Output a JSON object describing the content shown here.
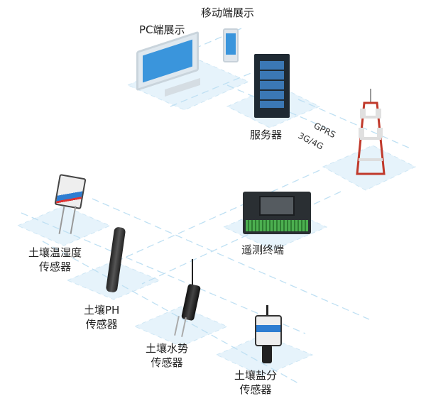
{
  "nodes": {
    "pc": {
      "label": "PC端展示"
    },
    "mobile": {
      "label": "移动端展示"
    },
    "server": {
      "label": "服务器"
    },
    "terminal": {
      "label": "遥测终端"
    },
    "sensor_temp_humidity": {
      "line1": "土壤温湿度",
      "line2": "传感器"
    },
    "sensor_ph": {
      "line1": "土壤PH",
      "line2": "传感器"
    },
    "sensor_water_potential": {
      "line1": "土壤水势",
      "line2": "传感器"
    },
    "sensor_salinity": {
      "line1": "土壤盐分",
      "line2": "传感器"
    }
  },
  "link": {
    "gprs": "GPRS",
    "network": "3G/4G"
  },
  "colors": {
    "platform": "#e3f2fb",
    "dash": "#bfe0f3",
    "screen": "#2e8fd8"
  }
}
